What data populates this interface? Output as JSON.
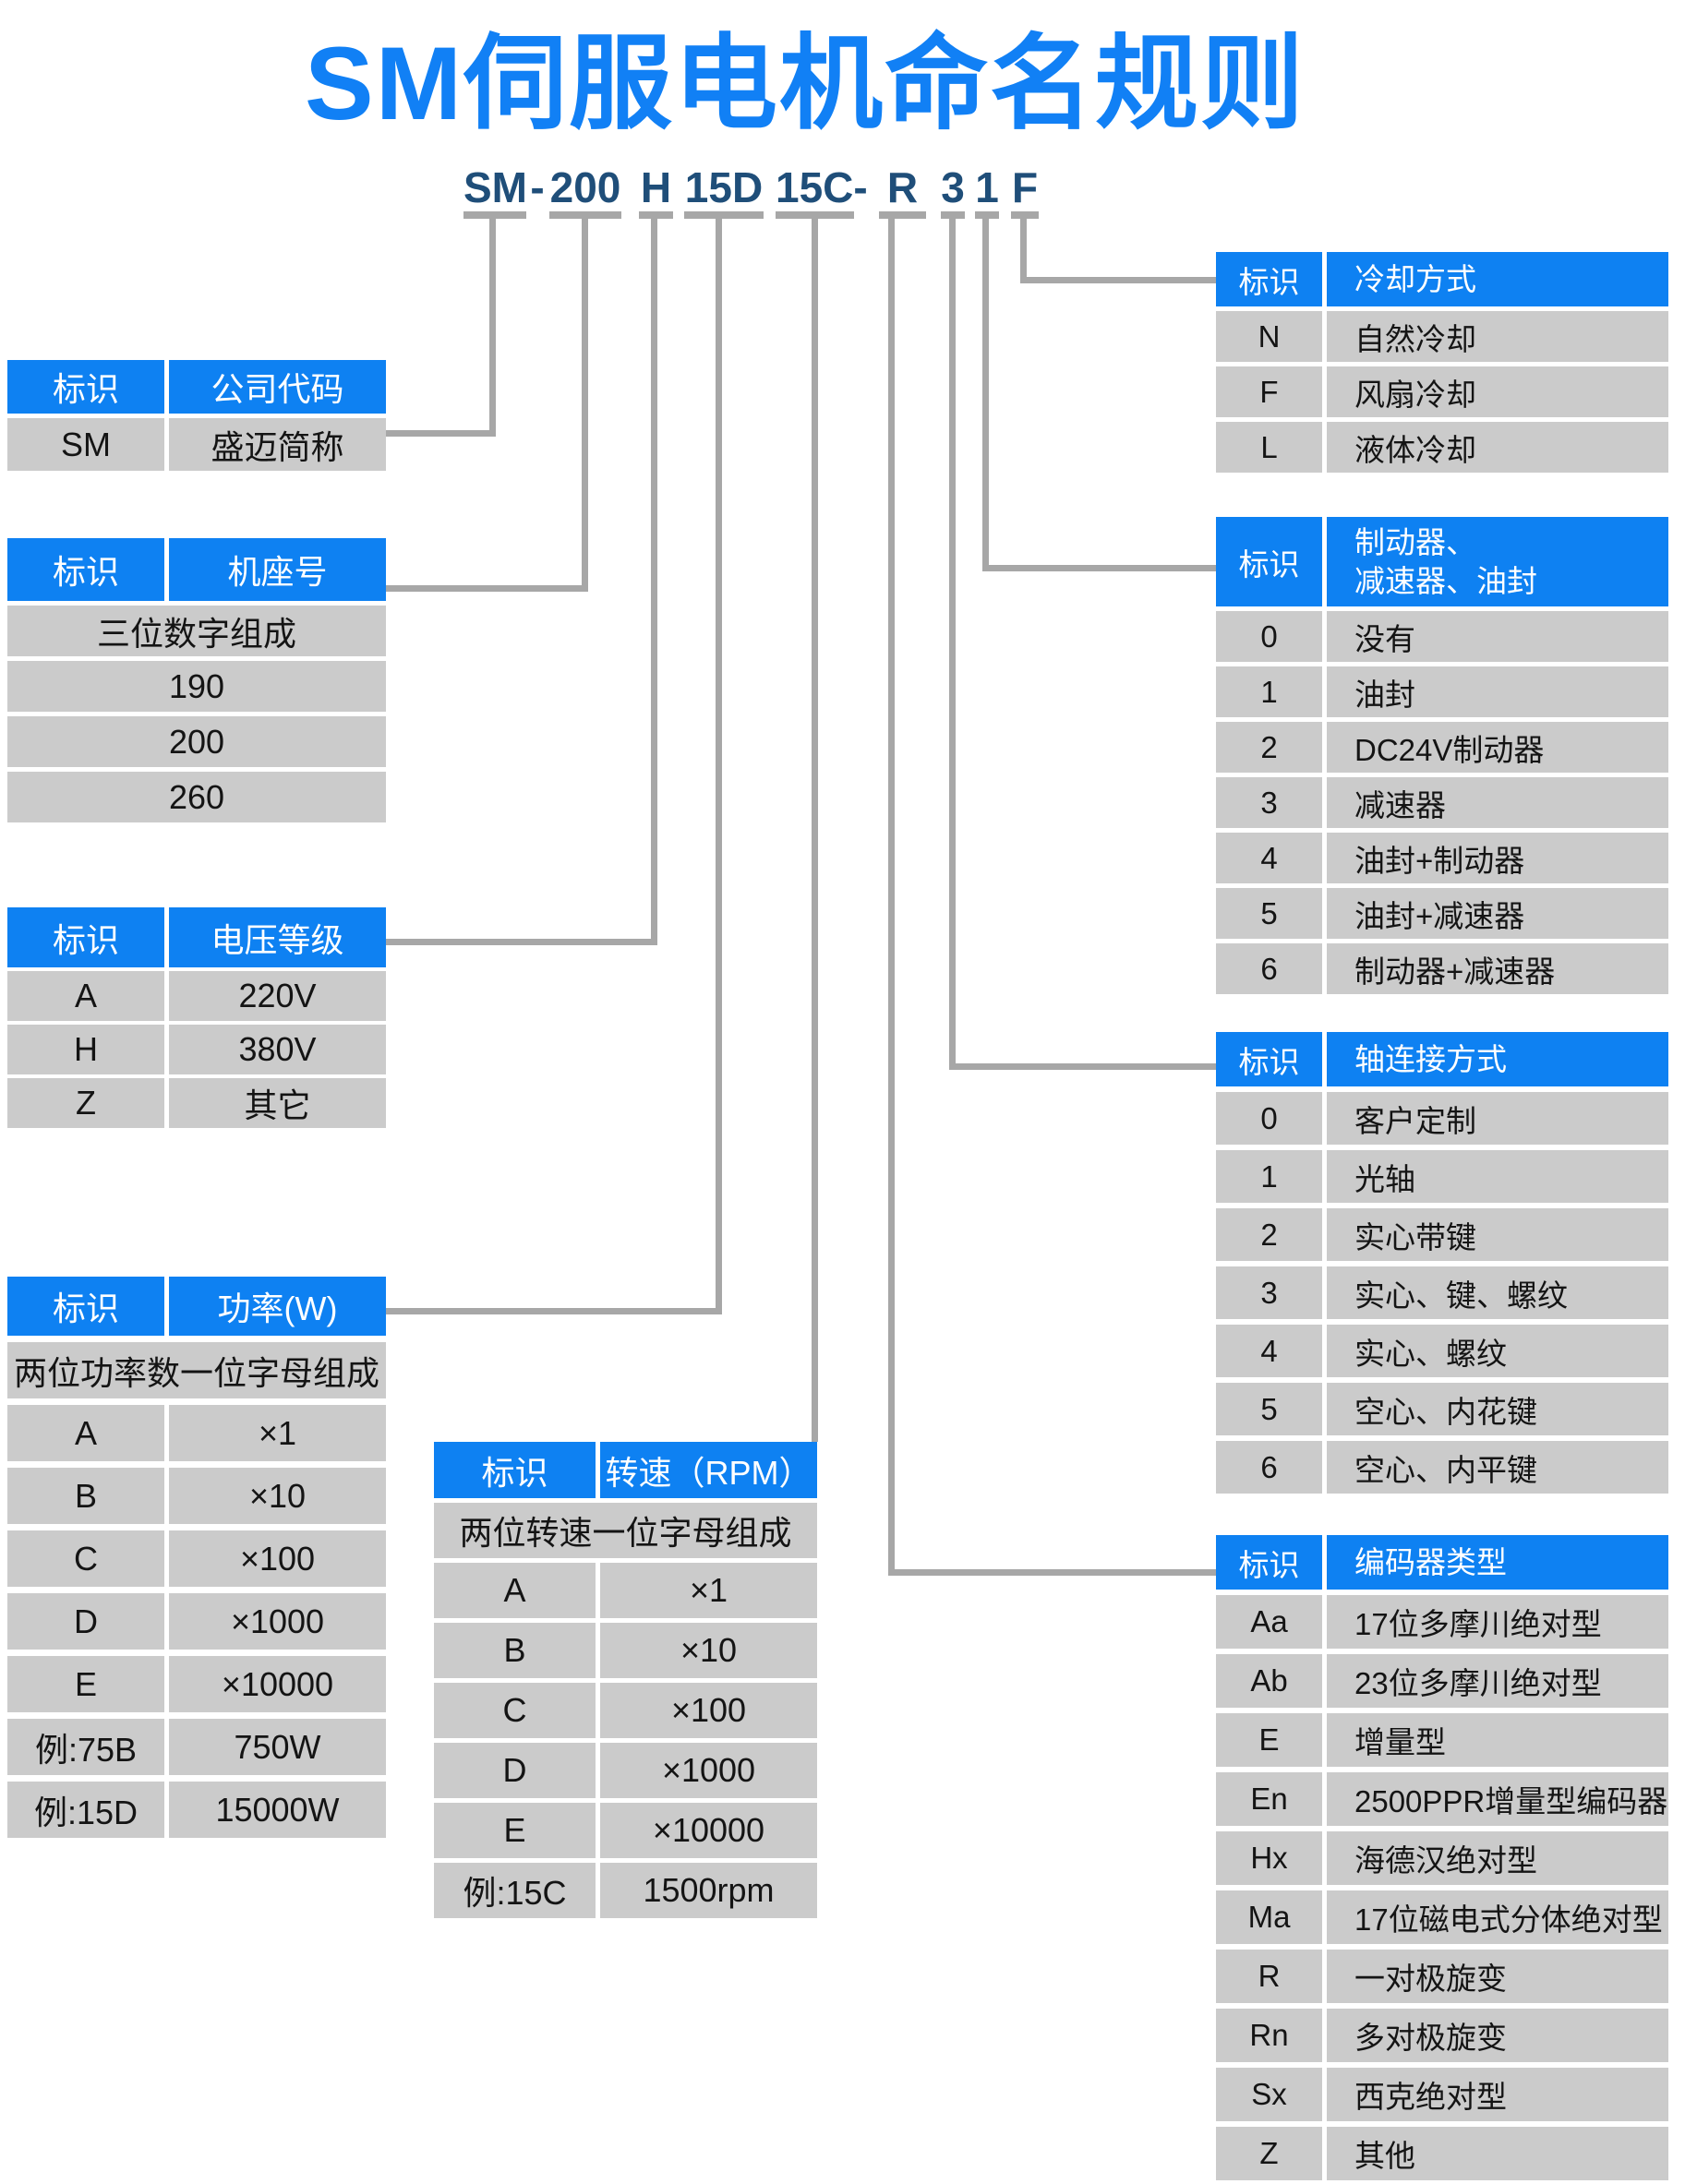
{
  "title": "SM伺服电机命名规则",
  "colors": {
    "header_blue": "#0E81F2",
    "title_blue": "#1180F5",
    "model_navy": "#1F4E79",
    "row_gray": "#CBCBCB",
    "connector_gray": "#A7A7A7"
  },
  "model": {
    "full_text": "SM-200 H 15D 15C- R 3 1 F",
    "segments": [
      {
        "id": "sm",
        "text": "SM"
      },
      {
        "id": "hyphen",
        "text": "-"
      },
      {
        "id": "frame",
        "text": "200"
      },
      {
        "id": "voltage",
        "text": "H"
      },
      {
        "id": "power",
        "text": "15D"
      },
      {
        "id": "speed",
        "text": "15C-"
      },
      {
        "id": "encoder",
        "text": "R"
      },
      {
        "id": "shaft",
        "text": "3"
      },
      {
        "id": "brake",
        "text": "1"
      },
      {
        "id": "cooling",
        "text": "F"
      }
    ]
  },
  "tables": {
    "company": {
      "header": [
        "标识",
        "公司代码"
      ],
      "rows": [
        [
          "SM",
          "盛迈简称"
        ]
      ]
    },
    "frame": {
      "header": [
        "标识",
        "机座号"
      ],
      "rows": [
        [
          "三位数字组成"
        ],
        [
          "190"
        ],
        [
          "200"
        ],
        [
          "260"
        ]
      ]
    },
    "voltage": {
      "header": [
        "标识",
        "电压等级"
      ],
      "rows": [
        [
          "A",
          "220V"
        ],
        [
          "H",
          "380V"
        ],
        [
          "Z",
          "其它"
        ]
      ]
    },
    "power": {
      "header": [
        "标识",
        "功率(W)"
      ],
      "rows": [
        [
          "两位功率数一位字母组成"
        ],
        [
          "A",
          "×1"
        ],
        [
          "B",
          "×10"
        ],
        [
          "C",
          "×100"
        ],
        [
          "D",
          "×1000"
        ],
        [
          "E",
          "×10000"
        ],
        [
          "例:75B",
          "750W"
        ],
        [
          "例:15D",
          "15000W"
        ]
      ]
    },
    "speed": {
      "header": [
        "标识",
        "转速（RPM）"
      ],
      "rows": [
        [
          "两位转速一位字母组成"
        ],
        [
          "A",
          "×1"
        ],
        [
          "B",
          "×10"
        ],
        [
          "C",
          "×100"
        ],
        [
          "D",
          "×1000"
        ],
        [
          "E",
          "×10000"
        ],
        [
          "例:15C",
          "1500rpm"
        ]
      ]
    },
    "cooling": {
      "header": [
        "标识",
        "冷却方式"
      ],
      "rows": [
        [
          "N",
          "自然冷却"
        ],
        [
          "F",
          "风扇冷却"
        ],
        [
          "L",
          "液体冷却"
        ]
      ]
    },
    "brake": {
      "header": [
        "标识",
        "制动器、\n减速器、油封"
      ],
      "rows": [
        [
          "0",
          "没有"
        ],
        [
          "1",
          "油封"
        ],
        [
          "2",
          "DC24V制动器"
        ],
        [
          "3",
          "减速器"
        ],
        [
          "4",
          "油封+制动器"
        ],
        [
          "5",
          "油封+减速器"
        ],
        [
          "6",
          "制动器+减速器"
        ]
      ]
    },
    "shaft": {
      "header": [
        "标识",
        "轴连接方式"
      ],
      "rows": [
        [
          "0",
          "客户定制"
        ],
        [
          "1",
          "光轴"
        ],
        [
          "2",
          "实心带键"
        ],
        [
          "3",
          "实心、键、螺纹"
        ],
        [
          "4",
          "实心、螺纹"
        ],
        [
          "5",
          "空心、内花键"
        ],
        [
          "6",
          "空心、内平键"
        ]
      ]
    },
    "encoder": {
      "header": [
        "标识",
        "编码器类型"
      ],
      "rows": [
        [
          "Aa",
          "17位多摩川绝对型"
        ],
        [
          "Ab",
          "23位多摩川绝对型"
        ],
        [
          "E",
          "增量型"
        ],
        [
          "En",
          "2500PPR增量型编码器"
        ],
        [
          "Hx",
          "海德汉绝对型"
        ],
        [
          "Ma",
          "17位磁电式分体绝对型"
        ],
        [
          "R",
          "一对极旋变"
        ],
        [
          "Rn",
          "多对极旋变"
        ],
        [
          "Sx",
          "西克绝对型"
        ],
        [
          "Z",
          "其他"
        ]
      ]
    }
  }
}
